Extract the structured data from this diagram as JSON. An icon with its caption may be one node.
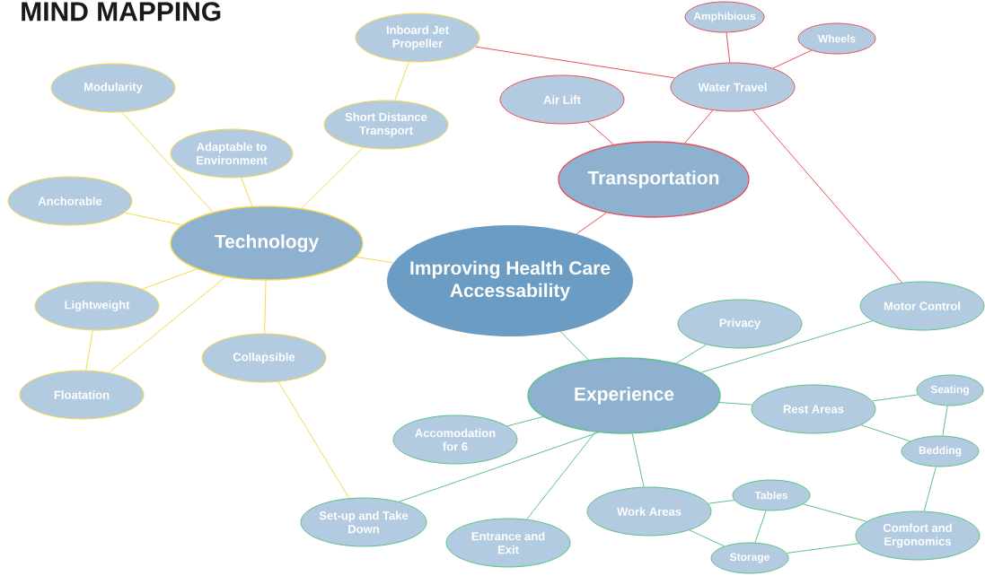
{
  "diagram": {
    "title": "MIND MAPPING",
    "nodes": [
      {
        "text": [
          "Improving Health Care Accessability"
        ]
      },
      {
        "text": [
          "Technology"
        ]
      },
      {
        "text": [
          "Transportation"
        ]
      },
      {
        "text": [
          "Experience"
        ]
      },
      {
        "text": [
          "Inboard Jet Propeller"
        ]
      },
      {
        "text": [
          "Short Distance Transport"
        ]
      },
      {
        "text": [
          "Modularity"
        ]
      },
      {
        "text": [
          "Adaptable to Environment"
        ]
      },
      {
        "text": [
          "Anchorable"
        ]
      },
      {
        "text": [
          "Lightweight"
        ]
      },
      {
        "text": [
          "Floatation"
        ]
      },
      {
        "text": [
          "Collapsible"
        ]
      },
      {
        "text": [
          "Air Lift"
        ]
      },
      {
        "text": [
          "Water Travel"
        ]
      },
      {
        "text": [
          "Amphibious"
        ]
      },
      {
        "text": [
          "Wheels"
        ]
      },
      {
        "text": [
          "Privacy"
        ]
      },
      {
        "text": [
          "Motor Control"
        ]
      },
      {
        "text": [
          "Rest Areas"
        ]
      },
      {
        "text": [
          "Seating"
        ]
      },
      {
        "text": [
          "Bedding"
        ]
      },
      {
        "text": [
          "Accomodation for 6"
        ]
      },
      {
        "text": [
          "Set-up and Take Down"
        ]
      },
      {
        "text": [
          "Entrance and Exit"
        ]
      },
      {
        "text": [
          "Work Areas"
        ]
      },
      {
        "text": [
          "Tables"
        ]
      },
      {
        "text": [
          "Storage"
        ]
      },
      {
        "text": [
          "Comfort and Ergonomics"
        ]
      }
    ],
    "edges": [
      {
        "from": 1,
        "to": 0,
        "arrow": "none",
        "color": "#f5d84a"
      },
      {
        "from": 1,
        "to": 6,
        "arrow": "none",
        "color": "#f5d84a"
      },
      {
        "from": 1,
        "to": 7,
        "arrow": "none",
        "color": "#f5d84a"
      },
      {
        "from": 1,
        "to": 8,
        "arrow": "none",
        "color": "#f5d84a"
      },
      {
        "from": 1,
        "to": 9,
        "arrow": "none",
        "color": "#f5d84a"
      },
      {
        "from": 1,
        "to": 10,
        "arrow": "none",
        "color": "#f5d84a"
      },
      {
        "from": 1,
        "to": 11,
        "arrow": "none",
        "color": "#f5d84a"
      },
      {
        "from": 1,
        "to": 5,
        "arrow": "none",
        "color": "#f5d84a"
      },
      {
        "from": 5,
        "to": 4,
        "arrow": "none",
        "color": "#f5d84a"
      },
      {
        "from": 9,
        "to": 10,
        "arrow": "none",
        "color": "#f5d84a"
      },
      {
        "from": 11,
        "to": 22,
        "arrow": "none",
        "color": "#f5d84a"
      },
      {
        "from": 2,
        "to": 0,
        "arrow": "none",
        "color": "#e8505b"
      },
      {
        "from": 2,
        "to": 12,
        "arrow": "none",
        "color": "#e8505b"
      },
      {
        "from": 2,
        "to": 13,
        "arrow": "none",
        "color": "#e8505b"
      },
      {
        "from": 13,
        "to": 14,
        "arrow": "none",
        "color": "#e8505b"
      },
      {
        "from": 13,
        "to": 15,
        "arrow": "none",
        "color": "#e8505b"
      },
      {
        "from": 13,
        "to": 4,
        "arrow": "none",
        "color": "#e8505b"
      },
      {
        "from": 13,
        "to": 17,
        "arrow": "none",
        "color": "#e8505b"
      },
      {
        "from": 3,
        "to": 0,
        "arrow": "none"
      },
      {
        "from": 3,
        "to": 16,
        "arrow": "none"
      },
      {
        "from": 3,
        "to": 17,
        "arrow": "none"
      },
      {
        "from": 3,
        "to": 18,
        "arrow": "none"
      },
      {
        "from": 3,
        "to": 21,
        "arrow": "none"
      },
      {
        "from": 3,
        "to": 22,
        "arrow": "none"
      },
      {
        "from": 3,
        "to": 23,
        "arrow": "none"
      },
      {
        "from": 3,
        "to": 24,
        "arrow": "none"
      },
      {
        "from": 18,
        "to": 19,
        "arrow": "none"
      },
      {
        "from": 18,
        "to": 20,
        "arrow": "none"
      },
      {
        "from": 19,
        "to": 20,
        "arrow": "none"
      },
      {
        "from": 20,
        "to": 27,
        "arrow": "none"
      },
      {
        "from": 24,
        "to": 25,
        "arrow": "none"
      },
      {
        "from": 24,
        "to": 26,
        "arrow": "none"
      },
      {
        "from": 25,
        "to": 26,
        "arrow": "none"
      },
      {
        "from": 25,
        "to": 27,
        "arrow": "none"
      },
      {
        "from": 26,
        "to": 27,
        "arrow": "none"
      }
    ]
  }
}
